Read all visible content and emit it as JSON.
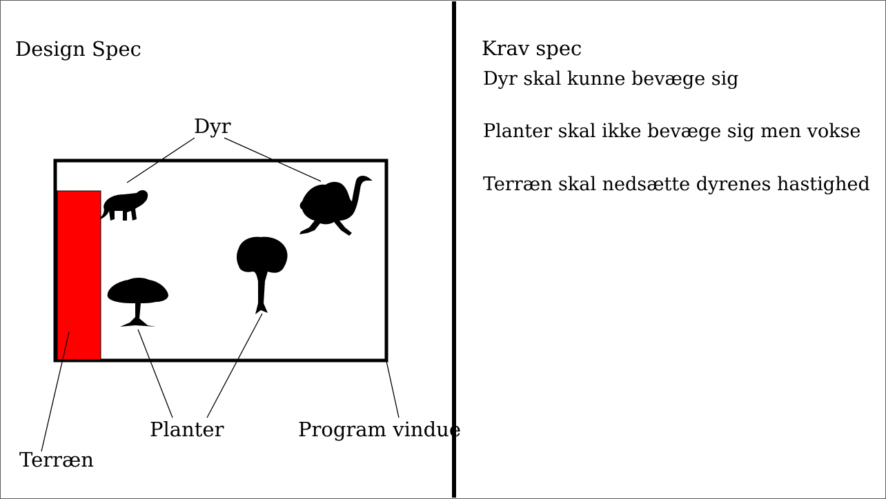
{
  "left_panel": {
    "title": "Design Spec",
    "labels": {
      "animals": "Dyr",
      "plants": "Planter",
      "program_window": "Program vindue",
      "terrain": "Terræn"
    }
  },
  "right_panel": {
    "title": "Krav spec",
    "requirements": [
      "Dyr skal kunne bevæge sig",
      "Planter skal ikke bevæge sig men vokse",
      "Terræn skal nedsætte dyrenes hastighed"
    ]
  },
  "colors": {
    "terrain": "#ff0000",
    "outline": "#000000"
  },
  "icons": [
    "tiger-icon",
    "ostrich-icon",
    "acacia-tree-icon",
    "tall-tree-icon"
  ]
}
